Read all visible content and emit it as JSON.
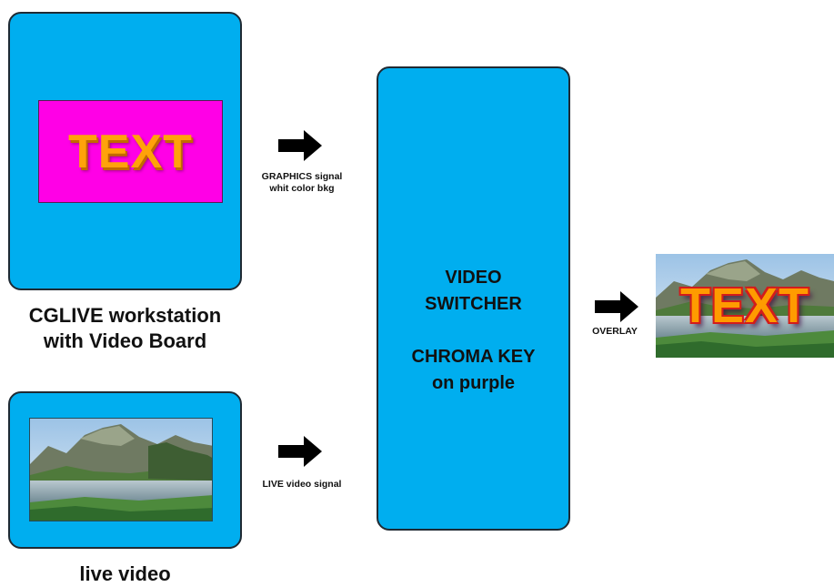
{
  "workstation": {
    "screen_text": "TEXT",
    "label": "CGLIVE workstation\nwith Video Board"
  },
  "live": {
    "label": "live video"
  },
  "signals": {
    "graphics": "GRAPHICS signal\nwhit color bkg",
    "live": "LIVE video signal",
    "overlay": "OVERLAY"
  },
  "switcher": {
    "title": "VIDEO\nSWITCHER",
    "subtitle": "CHROMA KEY\non purple"
  },
  "output": {
    "overlay_text": "TEXT"
  },
  "colors": {
    "box_blue": "#00aeef",
    "chroma_purple": "#ff00e6",
    "text_orange": "#ffa20a"
  }
}
